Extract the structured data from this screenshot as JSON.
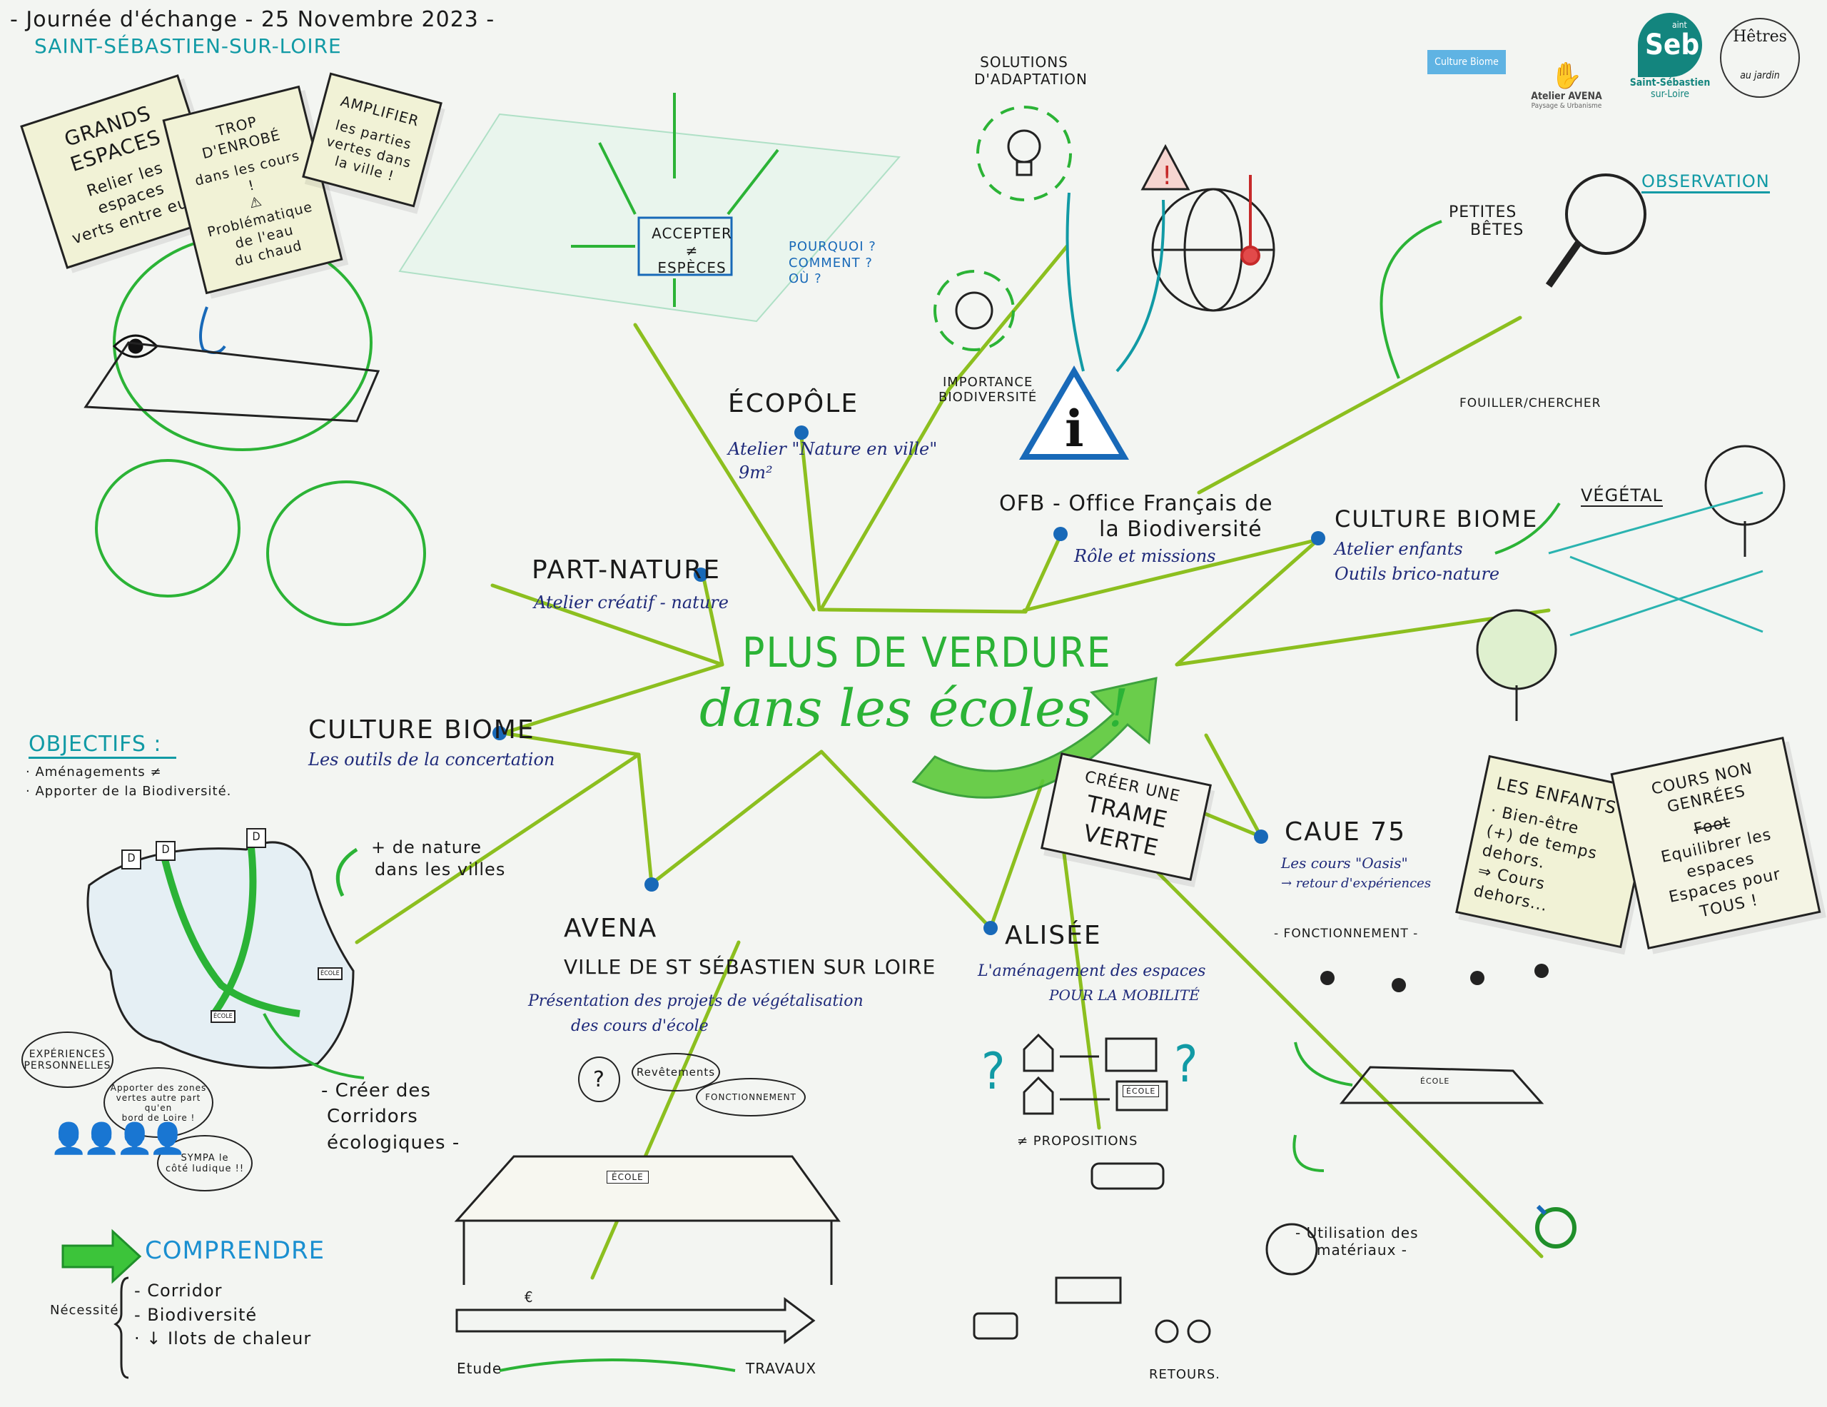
{
  "header": {
    "event": "- Journée d'échange - 25 Novembre 2023 -",
    "location": "Saint-Sébastien-sur-Loire"
  },
  "logos": [
    {
      "name": "Culture Biome"
    },
    {
      "name": "Atelier AVENA",
      "tagline": "Paysage & Urbanisme"
    },
    {
      "name": "Seb",
      "prefix": "aint",
      "full": "Saint-Sébastien",
      "sub": "sur-Loire"
    },
    {
      "name": "Hêtres",
      "sub": "au jardin"
    }
  ],
  "center": {
    "line1": "Plus de verdure",
    "line2": "dans les écoles !",
    "trame_note": [
      "Créer une",
      "trame",
      "verte"
    ]
  },
  "sticky_notes_left": [
    {
      "title": "Grands espaces",
      "lines": [
        "Relier les espaces",
        "verts entre eux."
      ]
    },
    {
      "title": "Trop d'enrobé",
      "lines": [
        "dans les cours !",
        "⚠ Problématique",
        "de l'eau",
        "du chaud"
      ]
    },
    {
      "title": "Amplifier",
      "lines": [
        "les parties",
        "vertes dans",
        "la ville !"
      ]
    }
  ],
  "sticky_notes_right": [
    {
      "title": "Les enfants",
      "lines": [
        "· Bien-être",
        "(+) de temps dehors.",
        "⇒ Cours dehors..."
      ]
    },
    {
      "title": "Cours non genrées",
      "struck": "Foot",
      "lines": [
        "Equilibrer les espaces",
        "Espaces pour TOUS !"
      ]
    }
  ],
  "branches": [
    {
      "title": "Écopôle",
      "subtitle": "Atelier \"Nature en ville\"",
      "extra": "9m²"
    },
    {
      "title": "Part-Nature",
      "subtitle": "Atelier créatif - nature"
    },
    {
      "title": "Culture Biome",
      "subtitle": "Les outils de la concertation"
    },
    {
      "title": "Avena",
      "title2": "Ville de St Sébastien sur Loire",
      "subtitle": "Présentation des projets de végétalisation",
      "subtitle2": "des cours d'école"
    },
    {
      "title": "Alisée",
      "subtitle": "L'aménagement des espaces",
      "subtitle2": "pour la mobilité"
    },
    {
      "title": "CAUE 75",
      "subtitle": "Les cours \"Oasis\"",
      "subtitle2": "→ retour d'expériences"
    },
    {
      "title": "Culture Biome",
      "subtitle": "Atelier enfants",
      "subtitle2": "Outils brico-nature"
    },
    {
      "title": "OFB - Office Français de",
      "title2": "la Biodiversité",
      "subtitle": "Rôle et missions"
    }
  ],
  "ecopole_detail": {
    "center": "Accepter ≠ espèces",
    "questions": [
      "Pourquoi ?",
      "Comment ?",
      "Où ?"
    ]
  },
  "ofb_detail": {
    "solutions": "Solutions d'adaptation",
    "importance": [
      "Importance",
      "Biodiversité"
    ]
  },
  "culture_biome_right": {
    "petites_betes": [
      "Petites",
      "bêtes"
    ],
    "observation": "Observation",
    "fouiller": "Fouiller/Chercher",
    "vegetal": "Végétal"
  },
  "objectifs": {
    "title": "Objectifs :",
    "items": [
      "· Aménagements ≠",
      "· Apporter de la Biodiversité."
    ],
    "map_labels": [
      "D",
      "D",
      "D",
      "ÉCOLE",
      "ÉCOLE"
    ],
    "plus_nature": [
      "+ de nature",
      "dans les villes"
    ],
    "corridors": [
      "- Créer des",
      "Corridors",
      "écologiques -"
    ],
    "bubbles": [
      {
        "text": [
          "Expériences",
          "personnelles"
        ]
      },
      {
        "text": [
          "Apporter des zones",
          "vertes autre part qu'en",
          "bord de Loire !"
        ]
      },
      {
        "text": [
          "SYMPA le",
          "côté ludique !!"
        ]
      }
    ]
  },
  "comprendre": {
    "title": "Comprendre",
    "label": "Nécessité",
    "items": [
      "- Corridor",
      "- Biodiversité",
      "· ↓ Ilots de chaleur"
    ]
  },
  "avena_detail": {
    "bubbles": [
      "?",
      "Revêtements",
      "Fonctionnement"
    ],
    "table_label": "École",
    "timeline": [
      "Etude",
      "Travaux"
    ],
    "currency": "€"
  },
  "alisee_detail": {
    "school": "École",
    "propositions": "≠ Propositions",
    "retours": "Retours."
  },
  "caue_detail": {
    "fonctionnement": "- Fonctionnement -",
    "ecole": "École",
    "materiaux": [
      "- Utilisation des",
      "matériaux -"
    ]
  },
  "colors": {
    "branch": "#8cbf1f",
    "node": "#1869b8",
    "title_green": "#2bb336",
    "teal": "#119aa5",
    "navy": "#1f2a7a"
  }
}
